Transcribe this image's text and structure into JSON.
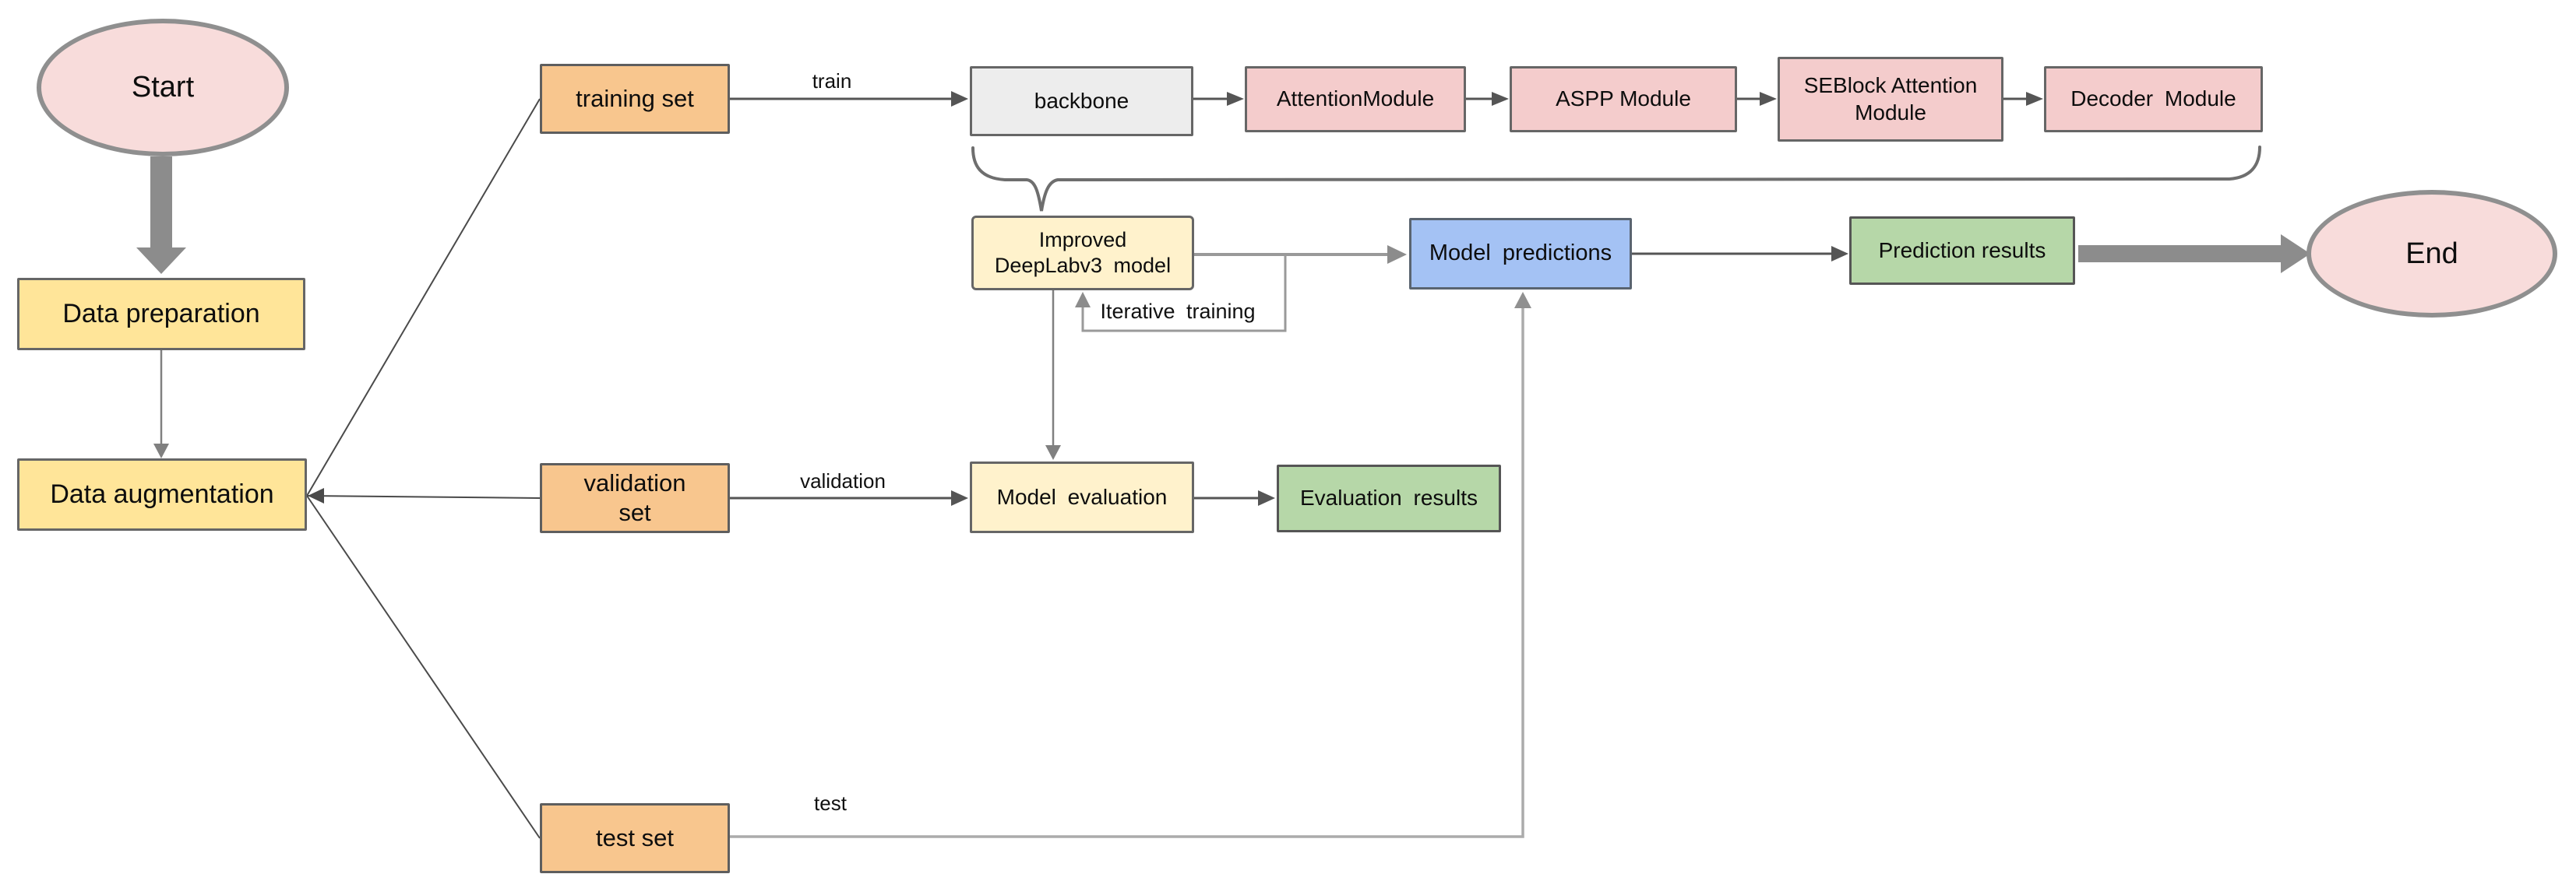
{
  "diagram": {
    "title": "Improved DeepLabv3 training pipeline flowchart",
    "nodes": {
      "start": {
        "label": "Start",
        "shape": "ellipse"
      },
      "data_preparation": {
        "label": "Data preparation",
        "shape": "rect"
      },
      "data_augmentation": {
        "label": "Data augmentation",
        "shape": "rect"
      },
      "training_set": {
        "label": "training set",
        "shape": "rect"
      },
      "validation_set": {
        "label": "validation\nset",
        "shape": "rect"
      },
      "test_set": {
        "label": "test set",
        "shape": "rect"
      },
      "backbone": {
        "label": "backbone",
        "shape": "rect"
      },
      "attention_module": {
        "label": "AttentionModule",
        "shape": "rect"
      },
      "aspp_module": {
        "label": "ASPP Module",
        "shape": "rect"
      },
      "seblock_module": {
        "label": "SEBlock Attention\nModule",
        "shape": "rect"
      },
      "decoder_module": {
        "label": "Decoder Module",
        "shape": "rect"
      },
      "improved_model": {
        "label": "Improved\nDeepLabv3 model",
        "shape": "rect"
      },
      "model_predictions": {
        "label": "Model predictions",
        "shape": "rect"
      },
      "prediction_results": {
        "label": "Prediction results",
        "shape": "rect"
      },
      "model_evaluation": {
        "label": "Model evaluation",
        "shape": "rect"
      },
      "evaluation_results": {
        "label": "Evaluation results",
        "shape": "rect"
      },
      "end": {
        "label": "End",
        "shape": "ellipse"
      }
    },
    "edge_labels": {
      "train": "train",
      "validation": "validation",
      "test": "test",
      "iterative_training": "Iterative training"
    },
    "palette": {
      "terminator_fill": "#f8dcdb",
      "terminator_border": "#8f8f8f",
      "yellow_fill": "#ffe599",
      "orange_fill": "#f8c68e",
      "pink_fill": "#f4cccc",
      "gray_fill": "#ededed",
      "cream_fill": "#fff2cc",
      "blue_fill": "#a4c2f4",
      "green_fill": "#b6d7a8",
      "box_border": "#666666",
      "dark_connector": "#555555",
      "gray_connector": "#999999",
      "light_connector": "#ababab",
      "thick_arrow": "#8c8c8c"
    }
  }
}
